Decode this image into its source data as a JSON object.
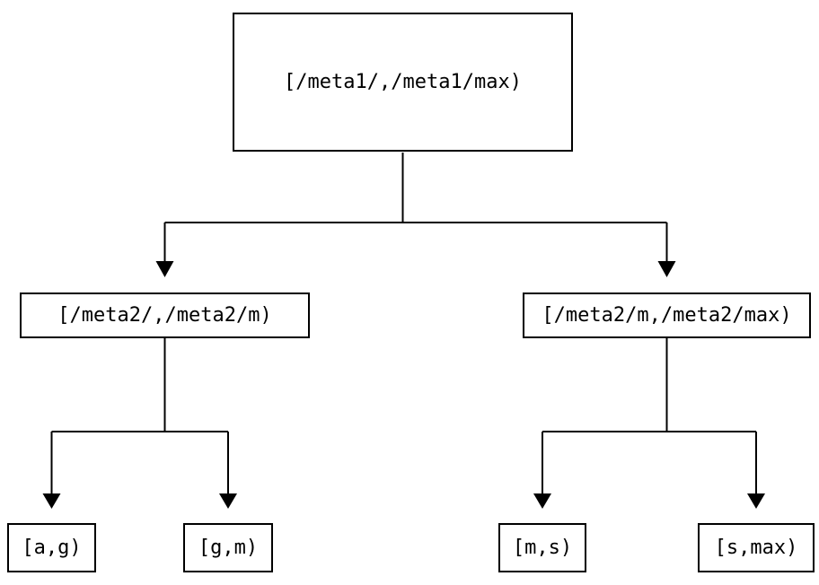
{
  "diagram": {
    "type": "tree",
    "background_color": "#ffffff",
    "line_color": "#000000",
    "node_border_color": "#000000",
    "node_fill_color": "#ffffff",
    "text_color": "#000000",
    "nodes": [
      {
        "id": "root",
        "label": "[/meta1/,/meta1/max)"
      },
      {
        "id": "meta2-low",
        "label": "[/meta2/,/meta2/m)"
      },
      {
        "id": "meta2-high",
        "label": "[/meta2/m,/meta2/max)"
      },
      {
        "id": "leaf-ag",
        "label": "[a,g)"
      },
      {
        "id": "leaf-gm",
        "label": "[g,m)"
      },
      {
        "id": "leaf-ms",
        "label": "[m,s)"
      },
      {
        "id": "leaf-smax",
        "label": "[s,max)"
      }
    ],
    "edges": [
      {
        "from": "root",
        "to": "meta2-low"
      },
      {
        "from": "root",
        "to": "meta2-high"
      },
      {
        "from": "meta2-low",
        "to": "leaf-ag"
      },
      {
        "from": "meta2-low",
        "to": "leaf-gm"
      },
      {
        "from": "meta2-high",
        "to": "leaf-ms"
      },
      {
        "from": "meta2-high",
        "to": "leaf-smax"
      }
    ]
  }
}
